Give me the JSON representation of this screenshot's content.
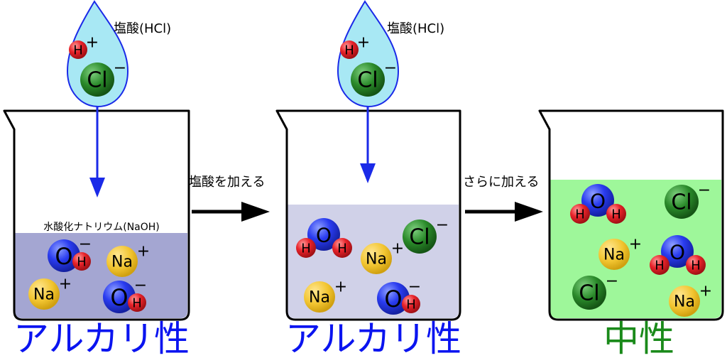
{
  "labels": {
    "hcl_1": "塩酸(HCl)",
    "hcl_2": "塩酸(HCl)",
    "step_1": "塩酸を加える",
    "step_2": "さらに加える",
    "naoh": "水酸化ナトリウム(NaOH)",
    "result_1": "アルカリ性",
    "result_2": "アルカリ性",
    "result_3": "中性"
  },
  "atoms": {
    "O": "O",
    "H": "H",
    "Na": "Na",
    "Cl": "Cl",
    "plus": "+",
    "minus": "−"
  },
  "colors": {
    "oxygen": "#2a3cf0",
    "hydrogen": "#e8232a",
    "sodium": "#f2c531",
    "chlorine": "#2a8a2a",
    "drop": "#a8e8f4",
    "alkaline_liquid_1": "#a4a6d2",
    "alkaline_liquid_2": "#d0d1e8",
    "neutral_liquid": "#9ef79a",
    "alkaline_text": "#0a14f0",
    "neutral_text": "#1a8a1a"
  }
}
